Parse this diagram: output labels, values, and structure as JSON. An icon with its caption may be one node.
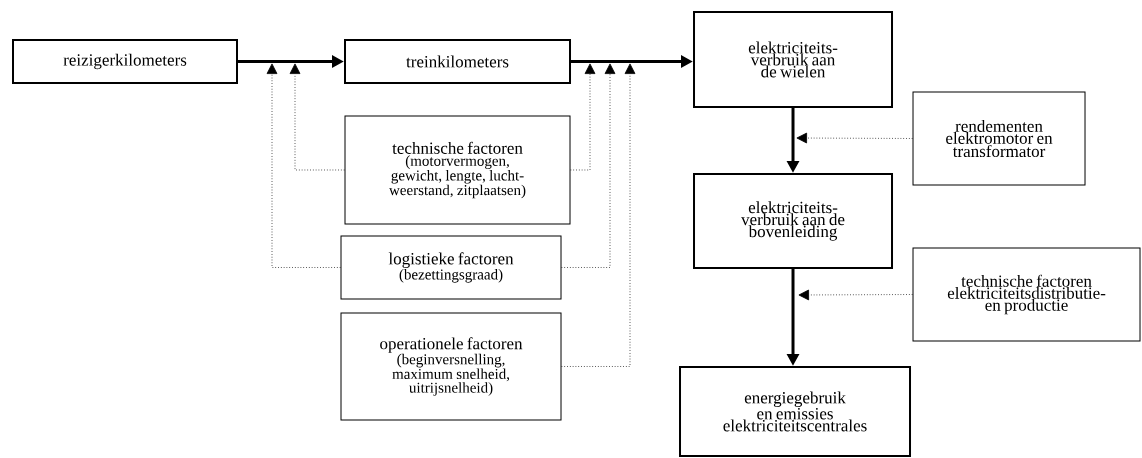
{
  "diagram": {
    "nodes": [
      {
        "text": [
          "reizigerkilometers"
        ]
      },
      {
        "text": [
          "treinkilometers"
        ]
      },
      {
        "text": [
          "elektriciteits-verbruik aan de wielen"
        ]
      },
      {
        "text": [
          "technische factoren",
          "(motorvermogen, gewicht, lengte, lucht-weerstand, zitplaatsen)"
        ]
      },
      {
        "text": [
          "logistieke factoren",
          "(bezettingsgraad)"
        ]
      },
      {
        "text": [
          "operationele factoren",
          "(beginversnelling, maximum snelheid, uitrijsnelheid)"
        ]
      },
      {
        "text": [
          "rendementen elektromotor en transformator"
        ]
      },
      {
        "text": [
          "elektriciteits-verbruik aan de bovenleiding"
        ]
      },
      {
        "text": [
          "technische factoren elektriciteitsdistributie- en productie"
        ]
      },
      {
        "text": [
          "energiegebruik en emissies elektriciteitscentrales"
        ]
      }
    ],
    "edges": [
      {
        "from": 0,
        "to": 1,
        "arrow": "to",
        "style": "thick"
      },
      {
        "from": 1,
        "to": 2,
        "arrow": "to",
        "style": "thick"
      },
      {
        "from": 2,
        "to": 7,
        "arrow": "to",
        "style": "thick"
      },
      {
        "from": 7,
        "to": 9,
        "arrow": "to",
        "style": "thick"
      },
      {
        "from": 3,
        "to": null,
        "arrow": "to",
        "style": "dashed"
      },
      {
        "from": 3,
        "to": null,
        "arrow": "to",
        "style": "dashed"
      },
      {
        "from": 4,
        "to": null,
        "arrow": "to",
        "style": "dashed"
      },
      {
        "from": 4,
        "to": null,
        "arrow": "to",
        "style": "dashed"
      },
      {
        "from": 5,
        "to": null,
        "arrow": "to",
        "style": "dashed"
      },
      {
        "from": 6,
        "to": null,
        "arrow": "to",
        "style": "dashed"
      },
      {
        "from": 8,
        "to": null,
        "arrow": "to",
        "style": "dashed"
      }
    ]
  }
}
